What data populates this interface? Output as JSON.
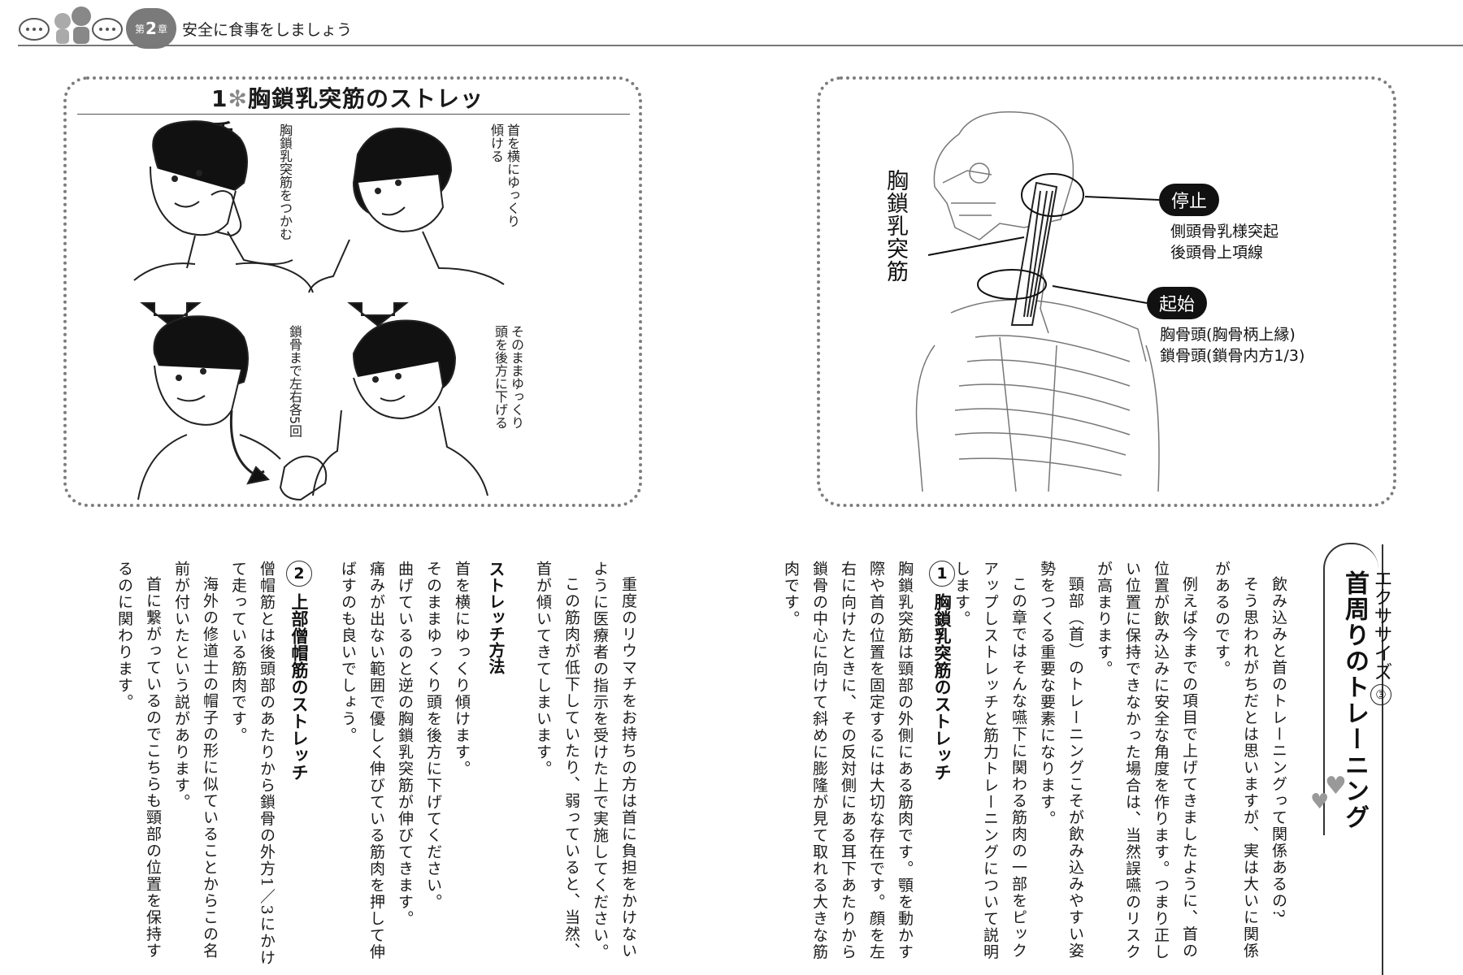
{
  "header": {
    "chapter_prefix": "第",
    "chapter_number": "2",
    "chapter_suffix": "章",
    "chapter_title": "安全に食事をしましょう"
  },
  "figure_left": {
    "title_number": "1",
    "title_mark": "✻",
    "title_text": "胸鎖乳突筋のストレッチ",
    "step1": "胸鎖乳突筋をつかむ",
    "step2": "首を横にゆっくり傾ける",
    "step3": "鎖骨まで左右各5回",
    "step4": "そのままゆっくり頭を後方に下げる"
  },
  "figure_right": {
    "muscle": "胸鎖乳突筋",
    "insertion_label": "停止",
    "insertion_lines": [
      "側頭骨乳様突起",
      "後頭骨上項線"
    ],
    "origin_label": "起始",
    "origin_lines": [
      "胸骨頭(胸骨柄上縁)",
      "鎖骨頭(鎖骨内方1/3)"
    ]
  },
  "exercise": {
    "label": "エクササイズ",
    "number": "③",
    "title": "首周りのトレーニング"
  },
  "right_text": {
    "p1": "飲み込みと首のトレーニングって関係あるの?",
    "p2": "そう思われがちだとは思いますが、実は大いに関係があるのです。",
    "p3": "例えば今までの項目で上げてきましたように、首の位置が飲み込みに安全な角度を作ります。つまり正しい位置に保持できなかった場合は、当然誤嚥のリスクが高まります。",
    "p4": "頸部（首）のトレーニングこそが飲み込みやすい姿勢をつくる重要な要素になります。",
    "p5": "この章ではそんな嚥下に関わる筋肉の一部をピックアップしストレッチと筋力トレーニングについて説明します。",
    "section1_number": "1",
    "section1_title": "胸鎖乳突筋のストレッチ",
    "p6": "胸鎖乳突筋は頸部の外側にある筋肉です。顎を動かす際や首の位置を固定するには大切な存在です。顔を左右に向けたときに、その反対側にある耳下あたりから鎖骨の中心に向けて斜めに膨隆が見て取れる大きな筋肉です。"
  },
  "left_text": {
    "p1": "重度のリウマチをお持ちの方は首に負担をかけないように医療者の指示を受けた上で実施してください。",
    "p2": "この筋肉が低下していたり、弱っていると、当然、首が傾いてきてしまいます。",
    "method_title": "ストレッチ方法",
    "m1": "首を横にゆっくり傾けます。",
    "m2": "そのままゆっくり頭を後方に下げてください。",
    "m3": "曲げているのと逆の胸鎖乳突筋が伸びてきます。",
    "m4": "痛みが出ない範囲で優しく伸びている筋肉を押して伸ばすのも良いでしょう。",
    "section2_number": "2",
    "section2_title": "上部僧帽筋のストレッチ",
    "p3": "僧帽筋とは後頭部のあたりから鎖骨の外方1／3にかけて走っている筋肉です。",
    "p4": "海外の修道士の帽子の形に似ていることからこの名前が付いたという説があります。",
    "p5": "首に繋がっているのでこちらも頸部の位置を保持するのに関わります。"
  }
}
